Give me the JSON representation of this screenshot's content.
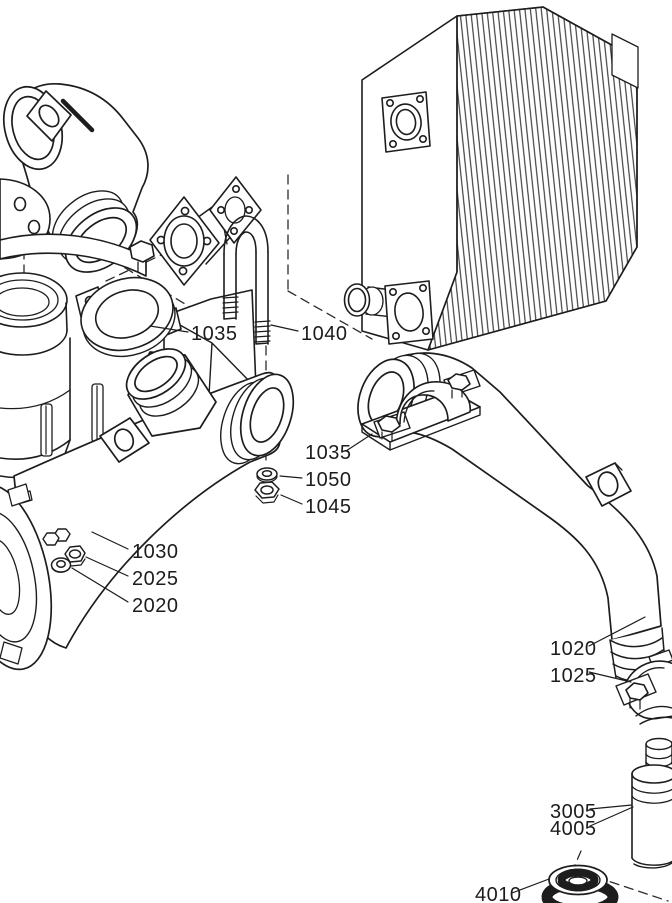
{
  "diagram": {
    "kind": "exploded-parts-diagram",
    "background": "#ffffff",
    "line_color": "#1d1d1d",
    "callouts": [
      {
        "label": "1035",
        "points_to": "upper-coupling-clamp"
      },
      {
        "label": "1040",
        "points_to": "u-bolt"
      },
      {
        "label": "1035",
        "points_to": "pipe-saddle-clamp"
      },
      {
        "label": "1050",
        "points_to": "washer"
      },
      {
        "label": "1045",
        "points_to": "hex-nut"
      },
      {
        "label": "1030",
        "points_to": "left-connection-pipe"
      },
      {
        "label": "2025",
        "points_to": "hex-nut"
      },
      {
        "label": "2020",
        "points_to": "washer"
      },
      {
        "label": "1020",
        "points_to": "right-connection-pipe"
      },
      {
        "label": "1025",
        "points_to": "lower-saddle-clamp"
      },
      {
        "label": "3005",
        "points_to": "adapter-sleeve"
      },
      {
        "label": "4005",
        "points_to": "adapter-sleeve"
      },
      {
        "label": "4010",
        "points_to": "knurled-ring-nut"
      }
    ]
  }
}
